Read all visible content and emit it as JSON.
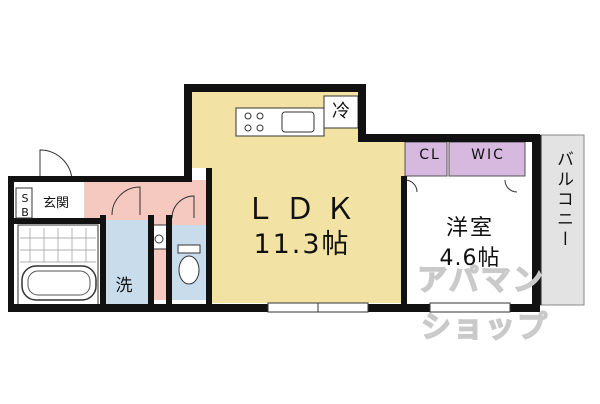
{
  "rooms": {
    "ldk_name": "ＬＤＫ",
    "ldk_size": "11.3帖",
    "western_name": "洋室",
    "western_size": "4.6帖",
    "fridge": "冷",
    "closet": "CL",
    "walk_in_closet": "WIC",
    "washer": "洗",
    "entrance": "玄関",
    "shoe_box_s": "S",
    "shoe_box_b": "B",
    "balcony": "バルコニー"
  },
  "watermark": {
    "line1": "アパマン",
    "line2": "ショップ"
  },
  "colors": {
    "wall": "#111111",
    "ldk_floor": "#f2e3a4",
    "western_floor": "#ffffff",
    "bath_area": "#c8dcec",
    "hall": "#f6c9c0",
    "closet": "#d7b8df",
    "balcony": "#e3e3e3"
  }
}
